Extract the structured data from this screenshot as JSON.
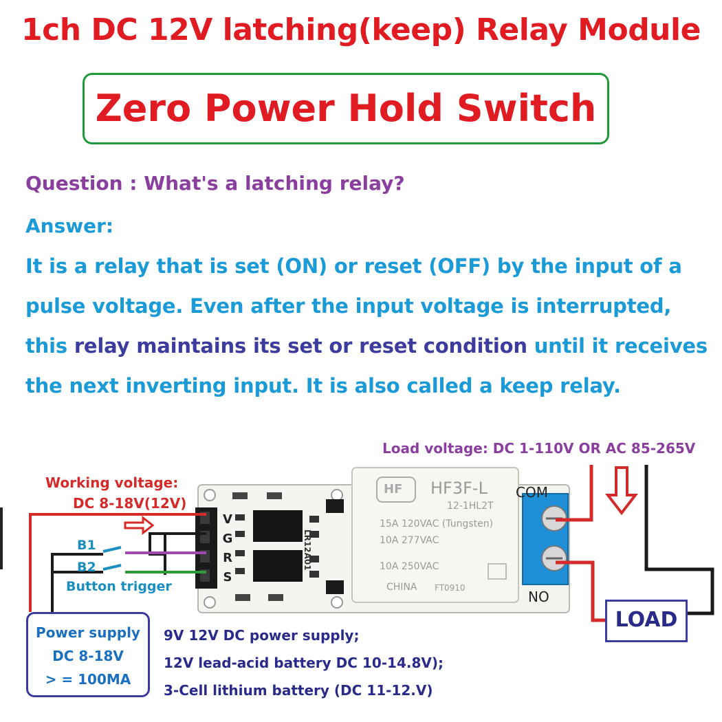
{
  "header": {
    "title": "1ch DC 12V latching(keep) Relay Module",
    "subtitle": "Zero Power Hold Switch"
  },
  "qa": {
    "question": "Question : What's a latching relay?",
    "answer_label": "Answer:",
    "line1": "It is a relay that is set (ON) or reset (OFF) by the input of a",
    "line2": "pulse voltage. Even after the input voltage is interrupted,",
    "line3_a": "this ",
    "line3_b": "relay maintains its set or reset condition",
    "line3_c": " until it receives",
    "line4": "the next inverting input. It is also called a keep relay."
  },
  "wiring": {
    "load_voltage": "Load voltage: DC 1-110V OR AC 85-265V",
    "working_voltage_label": "Working voltage:",
    "working_voltage_value": "DC 8-18V(12V)",
    "b1": "B1",
    "b2": "B2",
    "button_trigger": "Button trigger",
    "pins": [
      "V",
      "G",
      "R",
      "S"
    ],
    "board_label": "LR12A01",
    "com": "COM",
    "no": "NO",
    "load": "LOAD"
  },
  "relay": {
    "brand": "HF",
    "model": "HF3F-L",
    "part": "12-1HL2T",
    "rating1": "15A 120VAC (Tungsten)",
    "rating2": "10A 277VAC",
    "rating3": "10A 250VAC",
    "origin": "CHINA",
    "code": "FT0910"
  },
  "power_supply": {
    "line1": "Power supply",
    "line2": "DC 8-18V",
    "line3": "> = 100MA",
    "option1": "9V 12V DC power supply;",
    "option2": "12V lead-acid battery DC 10-14.8V);",
    "option3": "3-Cell lithium battery (DC 11-12.V)"
  },
  "colors": {
    "title_red": "#e01b22",
    "border_green": "#1f9a3b",
    "question_purple": "#8a3f9e",
    "answer_blue": "#1a9ad6",
    "highlight_navy": "#3c3c9e",
    "wire_red": "#d42a2a",
    "terminal_blue": "#1e8fd6"
  }
}
